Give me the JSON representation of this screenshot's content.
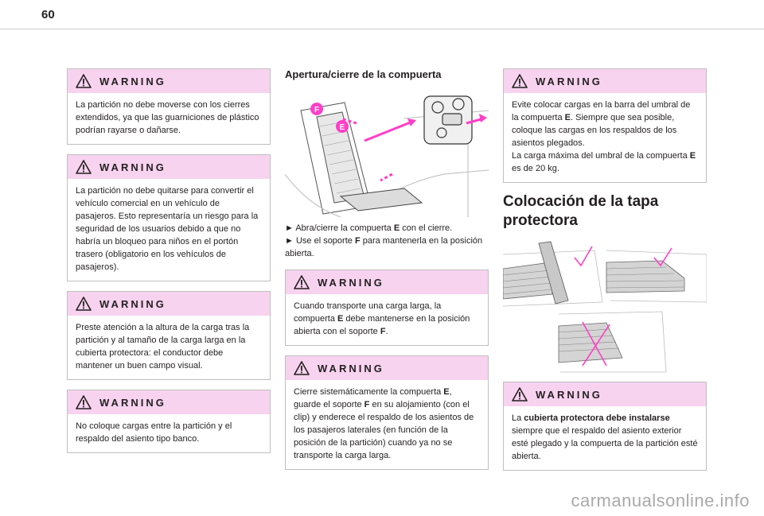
{
  "page_number": "60",
  "warning_label": "WARNING",
  "col1": {
    "warnings": [
      {
        "text": "La partición no debe moverse con los cierres extendidos, ya que las guarniciones de plástico podrían rayarse o dañarse."
      },
      {
        "text": "La partición no debe quitarse para convertir el vehículo comercial en un vehículo de pasajeros. Esto representaría un riesgo para la seguridad de los usuarios debido a que no habría un bloqueo para niños en el portón trasero (obligatorio en los vehículos de pasajeros)."
      },
      {
        "text": "Preste atención a la altura de la carga tras la partición y al tamaño de la carga larga en la cubierta protectora: el conductor debe mantener un buen campo visual."
      },
      {
        "text": "No coloque cargas entre la partición y el respaldo del asiento tipo banco."
      }
    ]
  },
  "col2": {
    "subheading": "Apertura/cierre de la compuerta",
    "figure_labels": {
      "e": "E",
      "f": "F"
    },
    "bullets": [
      {
        "marker": "►",
        "a": "Abra/cierre la compuerta ",
        "b": "E",
        "c": " con el cierre."
      },
      {
        "marker": "►",
        "a": "Use el soporte ",
        "b": "F",
        "c": " para mantenerla en la posición abierta."
      }
    ],
    "warnings": [
      {
        "a": "Cuando transporte una carga larga, la compuerta ",
        "b": "E",
        "c": " debe mantenerse en la posición abierta con el soporte ",
        "d": "F",
        "e": "."
      },
      {
        "a": "Cierre sistemáticamente la compuerta ",
        "b": "E",
        "c": ", guarde el soporte ",
        "d": "F",
        "e": " en su alojamiento (con el clip) y enderece el respaldo de los asientos de los pasajeros laterales (en función de la posición de la partición) cuando ya no se transporte la carga larga."
      }
    ]
  },
  "col3": {
    "warning1": {
      "a": "Evite colocar cargas en la barra del umbral de la compuerta ",
      "b": "E",
      "c": ". Siempre que sea posible, coloque las cargas en los respaldos de los asientos plegados.",
      "d": "La carga máxima del umbral de la compuerta ",
      "e": "E",
      "f": " es de 20 kg."
    },
    "section_title": "Colocación de la tapa protectora",
    "warning2": {
      "a": "La ",
      "b": "cubierta protectora debe instalarse",
      "c": " siempre que el respaldo del asiento exterior esté plegado y la compuerta de la partición esté abierta."
    }
  },
  "watermark": "carmanualsonline.info",
  "colors": {
    "warning_bg": "#f7d3ef",
    "accent_pink": "#ff3fc8",
    "border": "#bfbfbf"
  }
}
